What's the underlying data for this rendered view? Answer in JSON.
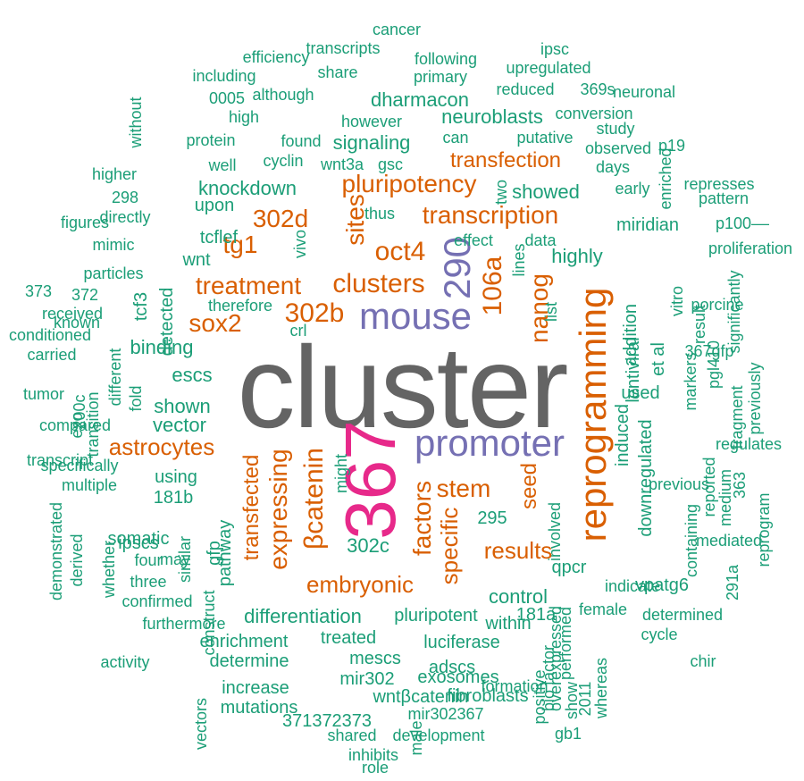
{
  "palette": {
    "main": "#646464",
    "pink": "#e7298a",
    "purple": "#7570b3",
    "orange": "#d95f02",
    "green": "#1b9e77"
  },
  "words": [
    "cluster",
    "367",
    "promoter",
    "mouse",
    "290",
    "reprogramming",
    "βcatenin",
    "clusters",
    "oct4",
    "106a",
    "302b",
    "302d",
    "transcription",
    "pluripotency",
    "sites",
    "treatment",
    "sox2",
    "tg1",
    "nanog",
    "expressing",
    "factors",
    "stem",
    "embryonic",
    "astrocytes",
    "specific",
    "results",
    "transfection",
    "seed",
    "transfected",
    "differentiation",
    "binding",
    "escs",
    "shown",
    "vector",
    "control",
    "302c",
    "knockdown",
    "highly",
    "signaling",
    "neuroblasts",
    "dharmacon",
    "showed",
    "upon",
    "wnt",
    "tcflef",
    "miridian",
    "induced",
    "downregulated",
    "used",
    "luciferase",
    "mescs",
    "adscs",
    "treated",
    "pluripotent",
    "181a",
    "181b",
    "ipscs",
    "using",
    "somatic",
    "detected",
    "tcf3",
    "pathway",
    "gfp",
    "within",
    "295",
    "et al",
    "lentiviral",
    "addition",
    "qpcr",
    "vpatg6",
    "mir302",
    "exosomes",
    "wntβcatenin",
    "fibroblasts",
    "increase",
    "mutations",
    "371372373",
    "enrichment",
    "determine",
    "furthermore",
    "confirmed",
    "activity",
    "construct",
    "three",
    "four",
    "may",
    "similar",
    "different",
    "fold",
    "transition",
    "exo",
    "200c",
    "specifically",
    "compared",
    "transcript",
    "multiple",
    "demonstrated",
    "derived",
    "whether",
    "carried",
    "tumor",
    "conditioned",
    "received",
    "373",
    "372",
    "particles",
    "mimic",
    "directly",
    "figures",
    "higher",
    "298",
    "known",
    "therefore",
    "crl",
    "vivo",
    "effect",
    "data",
    "lines",
    "list",
    "two",
    "thus",
    "wnt3a",
    "gsc",
    "well",
    "cyclin",
    "found",
    "protein",
    "high",
    "0005",
    "although",
    "including",
    "share",
    "efficiency",
    "transcripts",
    "cancer",
    "following",
    "primary",
    "however",
    "can",
    "putative",
    "reduced",
    "upregulated",
    "ipsc",
    "369s",
    "neuronal",
    "conversion",
    "study",
    "observed",
    "p19",
    "days",
    "early",
    "enriched",
    "represses",
    "pattern",
    "p100––",
    "proliferation",
    "vitro",
    "result",
    "porcine",
    "significantly",
    "markers",
    "pgl410",
    "367gfp",
    "previously",
    "fragment",
    "regulates",
    "reported",
    "medium",
    "363",
    "previous",
    "containing",
    "mediated",
    "291a",
    "reprogram",
    "determined",
    "female",
    "indicate",
    "cycle",
    "chir",
    "whereas",
    "show",
    "2011",
    "bio factor",
    "involved",
    "overexpressed",
    "performed",
    "positive",
    "formation",
    "gb1",
    "mir302367",
    "development",
    "shared",
    "male",
    "inhibits",
    "role",
    "vectors",
    "might",
    "without"
  ]
}
